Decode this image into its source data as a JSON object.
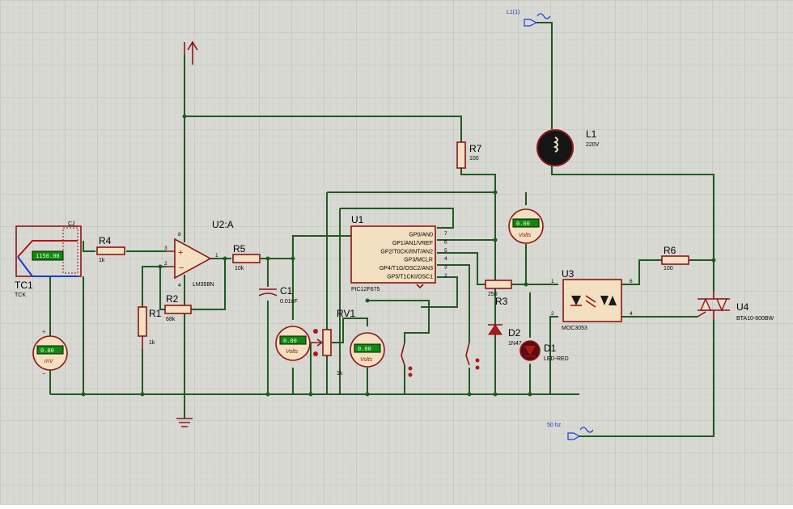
{
  "components": {
    "tc1": {
      "ref": "TC1",
      "type": "TCK",
      "display": "1150.00",
      "cj": "CJ"
    },
    "r4": {
      "ref": "R4",
      "value": "1k"
    },
    "u2": {
      "ref": "U2:A",
      "type": "LM358N",
      "pin_in_pos": "3",
      "pin_in_neg": "2",
      "pin_out": "1",
      "pin_vcc": "8",
      "pin_gnd": "4"
    },
    "r1": {
      "ref": "R1",
      "value": "1k"
    },
    "r2": {
      "ref": "R2",
      "value": "68k"
    },
    "r5": {
      "ref": "R5",
      "value": "10k"
    },
    "c1": {
      "ref": "C1",
      "value": "0.01nF"
    },
    "rv1": {
      "ref": "RV1",
      "value": "1k"
    },
    "u1": {
      "ref": "U1",
      "type": "PIC12F675",
      "pins": [
        {
          "name": "GP0/AN0",
          "num": "7"
        },
        {
          "name": "GP1/AN1/VREF",
          "num": "6"
        },
        {
          "name": "GP2/T0CKI/INT/AN2",
          "num": "5"
        },
        {
          "name": "GP3/MCLR",
          "num": "4"
        },
        {
          "name": "GP4/T1G/OSC2/AN3",
          "num": "3"
        },
        {
          "name": "GP5/T1CKI/OSC1",
          "num": "2"
        }
      ]
    },
    "r7": {
      "ref": "R7",
      "value": "100"
    },
    "r3": {
      "ref": "R3",
      "value": "250"
    },
    "d2": {
      "ref": "D2",
      "type": "1N47"
    },
    "d1": {
      "ref": "D1",
      "type": "LED-RED"
    },
    "u3": {
      "ref": "U3",
      "type": "MOC3053",
      "pin1": "1",
      "pin2": "2",
      "pin6": "6",
      "pin4": "4"
    },
    "r6": {
      "ref": "R6",
      "value": "100"
    },
    "u4": {
      "ref": "U4",
      "type": "BTA10-600BW"
    },
    "l1": {
      "ref": "L1",
      "value": "220V"
    },
    "sources": {
      "line": "L1(1)",
      "freq": "50 hz"
    }
  },
  "meters": {
    "mv": {
      "display": "0.00",
      "unit": "mV"
    },
    "v1": {
      "display": "0.00",
      "unit": "Volts"
    },
    "v2": {
      "display": "0.00",
      "unit": "Volts"
    },
    "v3": {
      "display": "0.00",
      "unit": "Volts"
    }
  },
  "colors": {
    "wire": "#1f5a1f",
    "component": "#8b1515",
    "fill": "#f3e0c0",
    "display": "#0f8a0f",
    "background": "#d9d9d4"
  }
}
